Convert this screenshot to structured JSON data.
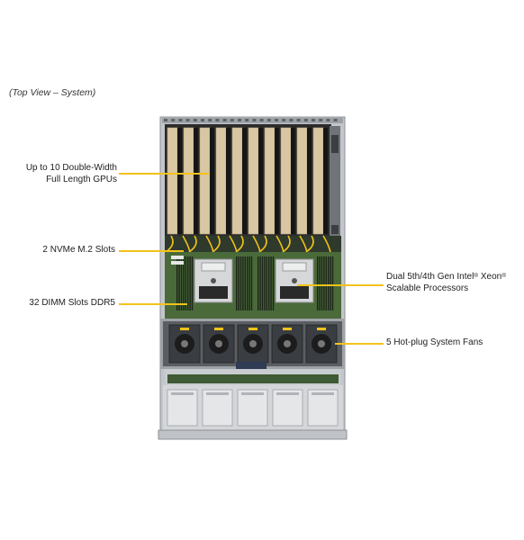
{
  "caption": "(Top View – System)",
  "callouts": {
    "gpus": {
      "line1": "Up to 10 Double-Width",
      "line2": "Full Length GPUs"
    },
    "nvme": {
      "line1": "2 NVMe M.2 Slots"
    },
    "dimm": {
      "line1": "32 DIMM Slots DDR5"
    },
    "cpu": {
      "line1_a": "Dual 5th/4th Gen Intel",
      "line1_b": " Xeon",
      "reg": "®",
      "line2": "Scalable Processors"
    },
    "fans": {
      "line1": "5 Hot-plug System Fans"
    }
  },
  "colors": {
    "leader": "#f2c21b",
    "gpu_card": "#d9c7a3",
    "motherboard": "#4a6a3a",
    "chassis_metal": "#b9bcc0",
    "fan_dark": "#1c1c1c"
  }
}
